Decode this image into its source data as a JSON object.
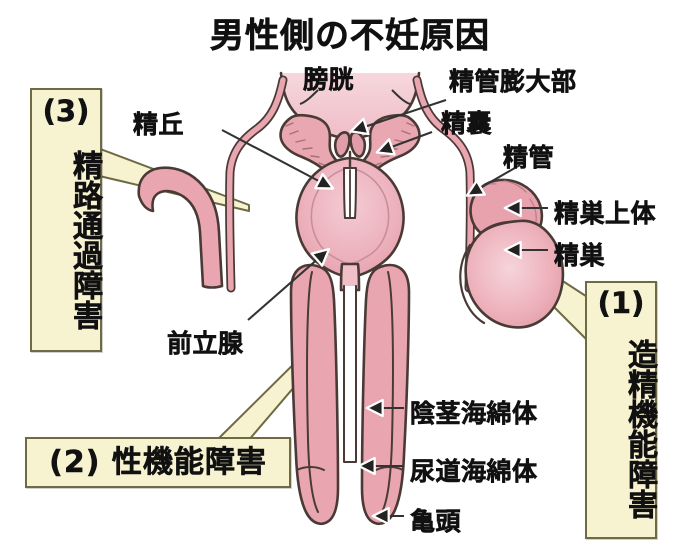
{
  "title": "男性側の不妊原因",
  "colors": {
    "box_fill": "#f7f2cf",
    "box_border": "#6d6a44",
    "organ_fill": "#eaa6b0",
    "organ_fill_light": "#f3c9d1",
    "organ_outline": "#4a3a36",
    "background": "#ffffff",
    "text": "#111111"
  },
  "callouts": [
    {
      "id": "box3",
      "number": "(3)",
      "text": "精路通過障害",
      "orientation": "vertical",
      "points_to": "精路 (vas deferens / ejaculatory duct pathway)"
    },
    {
      "id": "box1",
      "number": "(1)",
      "text": "造精機能障害",
      "orientation": "vertical",
      "points_to": "精巣 (testis)"
    },
    {
      "id": "box2",
      "number": "(2)",
      "text": "性機能障害",
      "full_label": "(2) 性機能障害",
      "orientation": "horizontal",
      "points_to": "陰茎 (penis)"
    }
  ],
  "labels": [
    {
      "id": "seikyu",
      "text": "精丘"
    },
    {
      "id": "boukou",
      "text": "膀胱"
    },
    {
      "id": "seikan-boudai",
      "text": "精管膨大部"
    },
    {
      "id": "seinou",
      "text": "精囊"
    },
    {
      "id": "seikan",
      "text": "精管"
    },
    {
      "id": "seisou-joutai",
      "text": "精巣上体"
    },
    {
      "id": "seisou",
      "text": "精巣"
    },
    {
      "id": "zenritsusen",
      "text": "前立腺"
    },
    {
      "id": "inkei-kaimen",
      "text": "陰茎海綿体"
    },
    {
      "id": "nyoudou-kaimen",
      "text": "尿道海綿体"
    },
    {
      "id": "kitou",
      "text": "亀頭"
    }
  ]
}
